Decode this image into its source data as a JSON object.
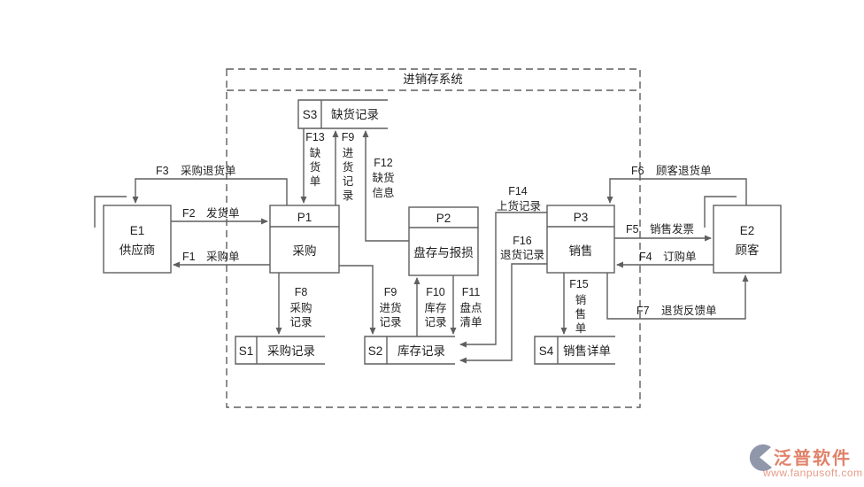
{
  "colors": {
    "line": "#5f5f5f",
    "text": "#1f1f1f",
    "wm-brand": "#e0826a",
    "wm-logo": "#9097ab"
  },
  "diagram": {
    "title": "进销存系统",
    "entities": [
      {
        "id": "E1",
        "label": "供应商"
      },
      {
        "id": "E2",
        "label": "顾客"
      }
    ],
    "processes": [
      {
        "id": "P1",
        "label": "采购"
      },
      {
        "id": "P2",
        "label": "盘存与报损"
      },
      {
        "id": "P3",
        "label": "销售"
      }
    ],
    "stores": [
      {
        "id": "S1",
        "label": "采购记录"
      },
      {
        "id": "S2",
        "label": "库存记录"
      },
      {
        "id": "S3",
        "label": "缺货记录"
      },
      {
        "id": "S4",
        "label": "销售详单"
      }
    ],
    "flows": [
      {
        "id": "F1",
        "label": "采购单",
        "from": "P1",
        "to": "E1"
      },
      {
        "id": "F2",
        "label": "发货单",
        "from": "E1",
        "to": "P1"
      },
      {
        "id": "F3",
        "label": "采购退货单",
        "from": "P1",
        "to": "E1"
      },
      {
        "id": "F4",
        "label": "订购单",
        "from": "E2",
        "to": "P3"
      },
      {
        "id": "F5",
        "label": "销售发票",
        "from": "P3",
        "to": "E2"
      },
      {
        "id": "F6",
        "label": "顾客退货单",
        "from": "E2",
        "to": "P3"
      },
      {
        "id": "F7",
        "label": "退货反馈单",
        "from": "P3",
        "to": "E2"
      },
      {
        "id": "F8",
        "label": "采购记录",
        "from": "P1",
        "to": "S1"
      },
      {
        "id": "F9",
        "label": "进货记录",
        "from": "P1",
        "to": "S3"
      },
      {
        "id": "F9",
        "label": "进货记录",
        "from": "P1",
        "to": "S2"
      },
      {
        "id": "F10",
        "label": "库存记录",
        "from": "S2",
        "to": "P2"
      },
      {
        "id": "F11",
        "label": "盘点清单",
        "from": "P2",
        "to": "S2"
      },
      {
        "id": "F12",
        "label": "缺货信息",
        "from": "P2",
        "to": "S3"
      },
      {
        "id": "F13",
        "label": "缺货单",
        "from": "S3",
        "to": "P1"
      },
      {
        "id": "F14",
        "label": "上货记录",
        "from": "P3",
        "to": "S2"
      },
      {
        "id": "F15",
        "label": "销售单",
        "from": "P3",
        "to": "S4"
      },
      {
        "id": "F16",
        "label": "退货记录",
        "from": "P3",
        "to": "S2"
      }
    ]
  },
  "watermark": {
    "brand": "泛普软件",
    "url": "www.fanpusoft.com"
  }
}
